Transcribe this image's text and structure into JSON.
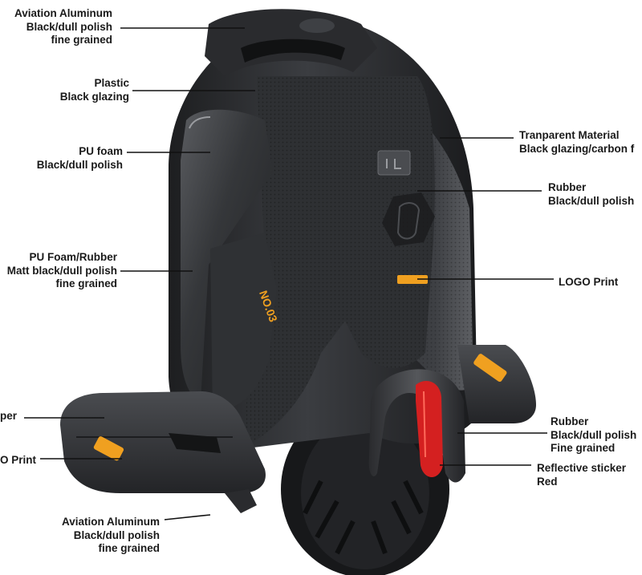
{
  "callouts": {
    "handle_top": {
      "lines": [
        "Aviation Aluminum",
        "Black/dull polish",
        "fine grained"
      ]
    },
    "plastic": {
      "lines": [
        "Plastic",
        "Black glazing"
      ]
    },
    "pu_foam": {
      "lines": [
        "PU foam",
        "Black/dull polish"
      ]
    },
    "pu_foam_rubber": {
      "lines": [
        "PU Foam/Rubber",
        "Matt black/dull polish",
        "fine grained"
      ]
    },
    "pedal_rubber": {
      "lines": [
        "per"
      ]
    },
    "pedal_logo": {
      "lines": [
        "O Print"
      ]
    },
    "pedal_aluminum": {
      "lines": [
        "Aviation Aluminum",
        "Black/dull polish",
        "fine grained"
      ]
    },
    "transparent": {
      "lines": [
        "Tranparent Material",
        "Black glazing/carbon f"
      ]
    },
    "rubber_side": {
      "lines": [
        "Rubber",
        "Black/dull polish"
      ]
    },
    "logo_print": {
      "lines": [
        "LOGO Print"
      ]
    },
    "rubber_fender": {
      "lines": [
        "Rubber",
        "Black/dull polish",
        "Fine grained"
      ]
    },
    "reflective": {
      "lines": [
        "Reflective sticker",
        "Red"
      ]
    }
  },
  "product": {
    "model_badge": "NO.03"
  },
  "colors": {
    "body_dark": "#2b2d30",
    "body_mid": "#3a3c40",
    "accent_orange": "#f0a020",
    "reflector_red": "#d42020",
    "leader_line": "#111111"
  }
}
